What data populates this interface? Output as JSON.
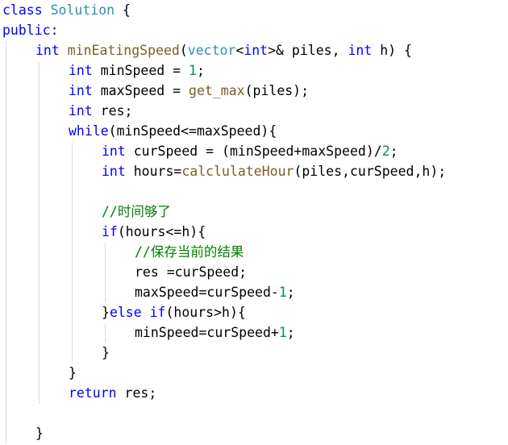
{
  "editor": {
    "colors": {
      "keyword": "#0000ff",
      "type": "#2b91af",
      "number": "#09885a",
      "function": "#795e26",
      "comment": "#008000",
      "text": "#000000",
      "background": "#ffffff"
    },
    "lines": [
      {
        "indent": 0,
        "tokens": [
          {
            "t": "class",
            "c": "kw"
          },
          {
            "t": " ",
            "c": "plain"
          },
          {
            "t": "Solution",
            "c": "type"
          },
          {
            "t": " {",
            "c": "plain"
          }
        ]
      },
      {
        "indent": 0,
        "tokens": [
          {
            "t": "public:",
            "c": "kw"
          }
        ]
      },
      {
        "indent": 1,
        "tokens": [
          {
            "t": "int",
            "c": "kw"
          },
          {
            "t": " ",
            "c": "plain"
          },
          {
            "t": "minEatingSpeed",
            "c": "fn"
          },
          {
            "t": "(",
            "c": "plain"
          },
          {
            "t": "vector",
            "c": "type"
          },
          {
            "t": "<",
            "c": "plain"
          },
          {
            "t": "int",
            "c": "kw"
          },
          {
            "t": ">& piles, ",
            "c": "plain"
          },
          {
            "t": "int",
            "c": "kw"
          },
          {
            "t": " h) {",
            "c": "plain"
          }
        ]
      },
      {
        "indent": 2,
        "tokens": [
          {
            "t": "int",
            "c": "kw"
          },
          {
            "t": " minSpeed = ",
            "c": "plain"
          },
          {
            "t": "1",
            "c": "num"
          },
          {
            "t": ";",
            "c": "plain"
          }
        ]
      },
      {
        "indent": 2,
        "tokens": [
          {
            "t": "int",
            "c": "kw"
          },
          {
            "t": " maxSpeed = ",
            "c": "plain"
          },
          {
            "t": "get_max",
            "c": "fn"
          },
          {
            "t": "(piles);",
            "c": "plain"
          }
        ]
      },
      {
        "indent": 2,
        "tokens": [
          {
            "t": "int",
            "c": "kw"
          },
          {
            "t": " res;",
            "c": "plain"
          }
        ]
      },
      {
        "indent": 2,
        "tokens": [
          {
            "t": "while",
            "c": "kw"
          },
          {
            "t": "(minSpeed<=maxSpeed){",
            "c": "plain"
          }
        ]
      },
      {
        "indent": 3,
        "tokens": [
          {
            "t": "int",
            "c": "kw"
          },
          {
            "t": " curSpeed = (minSpeed+maxSpeed)/",
            "c": "plain"
          },
          {
            "t": "2",
            "c": "num"
          },
          {
            "t": ";",
            "c": "plain"
          }
        ]
      },
      {
        "indent": 3,
        "tokens": [
          {
            "t": "int",
            "c": "kw"
          },
          {
            "t": " hours=",
            "c": "plain"
          },
          {
            "t": "calclulateHour",
            "c": "fn"
          },
          {
            "t": "(piles,curSpeed,h);",
            "c": "plain"
          }
        ]
      },
      {
        "indent": 0,
        "tokens": []
      },
      {
        "indent": 3,
        "tokens": [
          {
            "t": "//时间够了",
            "c": "cm"
          }
        ]
      },
      {
        "indent": 3,
        "tokens": [
          {
            "t": "if",
            "c": "kw"
          },
          {
            "t": "(hours<=h){",
            "c": "plain"
          }
        ]
      },
      {
        "indent": 4,
        "tokens": [
          {
            "t": "//保存当前的结果",
            "c": "cm"
          }
        ]
      },
      {
        "indent": 4,
        "tokens": [
          {
            "t": "res =curSpeed;",
            "c": "plain"
          }
        ]
      },
      {
        "indent": 4,
        "tokens": [
          {
            "t": "maxSpeed=curSpeed-",
            "c": "plain"
          },
          {
            "t": "1",
            "c": "num"
          },
          {
            "t": ";",
            "c": "plain"
          }
        ]
      },
      {
        "indent": 3,
        "tokens": [
          {
            "t": "}",
            "c": "plain"
          },
          {
            "t": "else",
            "c": "kw"
          },
          {
            "t": " ",
            "c": "plain"
          },
          {
            "t": "if",
            "c": "kw"
          },
          {
            "t": "(hours>h){",
            "c": "plain"
          }
        ]
      },
      {
        "indent": 4,
        "tokens": [
          {
            "t": "minSpeed=curSpeed+",
            "c": "plain"
          },
          {
            "t": "1",
            "c": "num"
          },
          {
            "t": ";",
            "c": "plain"
          }
        ]
      },
      {
        "indent": 3,
        "tokens": [
          {
            "t": "}",
            "c": "plain"
          }
        ]
      },
      {
        "indent": 2,
        "tokens": [
          {
            "t": "}",
            "c": "plain"
          }
        ]
      },
      {
        "indent": 2,
        "tokens": [
          {
            "t": "return",
            "c": "kw"
          },
          {
            "t": " res;",
            "c": "plain"
          }
        ]
      },
      {
        "indent": 0,
        "tokens": []
      },
      {
        "indent": 1,
        "tokens": [
          {
            "t": "}",
            "c": "plain"
          }
        ]
      }
    ]
  }
}
